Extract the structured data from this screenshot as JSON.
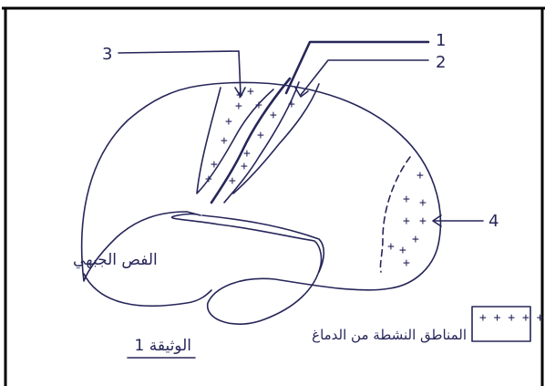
{
  "labels": {
    "n1": "1",
    "n2": "2",
    "n3": "3",
    "n4": "4",
    "lobe": "الفص الجبهي",
    "legend": "المناطق النشطة من الدماغ",
    "title": "الوثيقة 1"
  },
  "legend_symbol": "+ + + + +",
  "colors": {
    "ink": "#26265a",
    "frame": "#000000"
  }
}
